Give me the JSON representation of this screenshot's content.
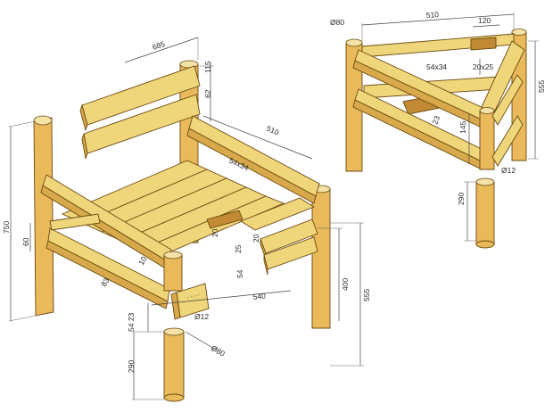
{
  "colors": {
    "wood_top": "#f0d67a",
    "wood_side": "#d8a94a",
    "wood_dark": "#c28a34",
    "log": "#e9b95a",
    "outline": "#6b4a12",
    "dimension": "#2a2a2a"
  },
  "dimensions": {
    "back_width": "685",
    "back_board_upper": "115",
    "back_board_lower": "62",
    "side_rail_length": "510",
    "side_rail_section": "54x34",
    "height_total": "750",
    "armrest_front": "60",
    "seat_gap": "10",
    "rail_low": "83",
    "seat_slat_gap": "20",
    "slat_25": "25",
    "slat_20": "20",
    "slat_54": "54",
    "front_depth": "540",
    "seat_height": "400",
    "front_leg_height": "555",
    "rail_section_side": "54 23",
    "dowel": "Ø12",
    "leg_diameter": "Ø80",
    "leg_stub": "290",
    "frame_diameter": "Ø80",
    "frame_width": "510",
    "frame_tenon": "120",
    "frame_rail_section": "54x34",
    "frame_tenon_section": "20x25",
    "frame_leg_height": "555",
    "frame_offset": "145",
    "frame_dowel": "Ø12",
    "frame_stub": "290",
    "frame_small": "23"
  }
}
